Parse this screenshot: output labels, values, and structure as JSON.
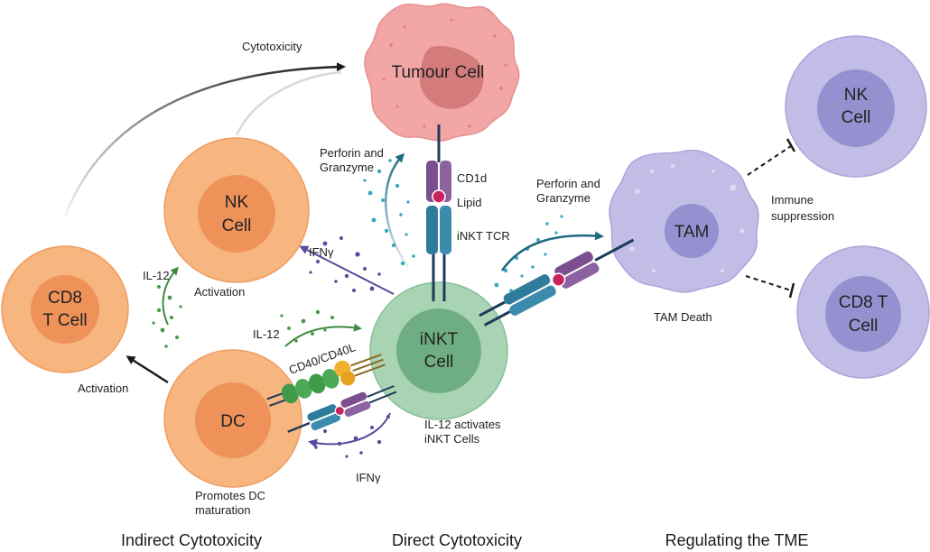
{
  "sections": {
    "indirect": "Indirect Cytotoxicity",
    "direct": "Direct Cytotoxicity",
    "regulating": "Regulating the TME"
  },
  "cells": {
    "tumour": "Tumour Cell",
    "nk_left": [
      "NK",
      "Cell"
    ],
    "cd8_left": [
      "CD8",
      "T Cell"
    ],
    "dc": "DC",
    "inkt": [
      "iNKT",
      "Cell"
    ],
    "tam": "TAM",
    "nk_right": [
      "NK",
      "Cell"
    ],
    "cd8_right": [
      "CD8 T",
      "Cell"
    ]
  },
  "labels": {
    "cytotoxicity": "Cytotoxicity",
    "perforin_left": [
      "Perforin and",
      "Granzyme"
    ],
    "perforin_right": [
      "Perforin and",
      "Granzyme"
    ],
    "cd1d": "CD1d",
    "lipid": "Lipid",
    "inkt_tcr": "iNKT TCR",
    "il12_top": "IL-12",
    "il12_mid": "IL-12",
    "ifng_top": "IFNγ",
    "ifng_bottom": "IFNγ",
    "activation_nk": "Activation",
    "activation_cd8": "Activation",
    "cd40": "CD40/CD40L",
    "il12_activates": [
      "IL-12 activates",
      "iNKT Cells"
    ],
    "promotes_dc": [
      "Promotes DC",
      "maturation"
    ],
    "tam_death": "TAM Death",
    "immune_suppression": [
      "Immune",
      "suppression"
    ]
  },
  "colors": {
    "orange_outer": "#f7b57f",
    "orange_inner": "#ee925a",
    "green_outer": "#a9d4b4",
    "green_inner": "#6fae82",
    "purple_outer": "#c1bde6",
    "purple_inner": "#9590d0",
    "tumour_outer": "#f2a6a6",
    "tumour_inner": "#d47b7b",
    "teal": "#1f6a82",
    "receptor_blue": "#2f7b9c",
    "receptor_purple": "#7b4f8f",
    "il12_green": "#3f8a3f",
    "ifng_purple": "#5a4a9c"
  }
}
